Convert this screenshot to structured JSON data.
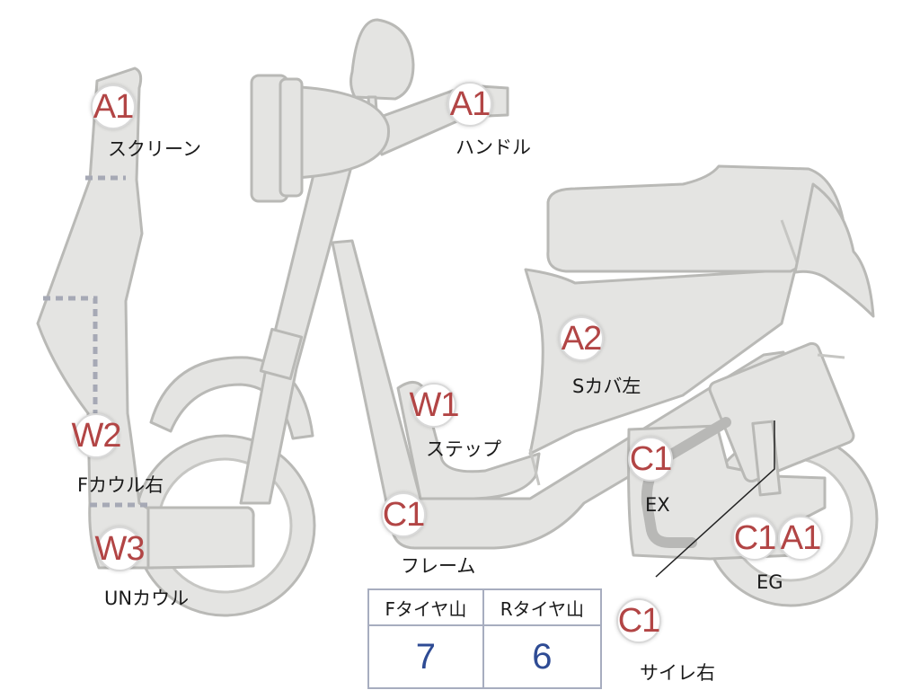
{
  "parts": [
    {
      "id": "screen",
      "rating": "A1",
      "label": "スクリーン"
    },
    {
      "id": "handle",
      "rating": "A1",
      "label": "ハンドル"
    },
    {
      "id": "side-cover-left",
      "rating": "A2",
      "label": "Sカバ左"
    },
    {
      "id": "step",
      "rating": "W1",
      "label": "ステップ"
    },
    {
      "id": "front-cowl-right",
      "rating": "W2",
      "label": "Fカウル右"
    },
    {
      "id": "under-cowl",
      "rating": "W3",
      "label": "UNカウル"
    },
    {
      "id": "frame",
      "rating": "C1",
      "label": "フレーム"
    },
    {
      "id": "exhaust",
      "rating": "C1",
      "label": "EX"
    },
    {
      "id": "engine",
      "rating": "C1",
      "rating2": "A1",
      "label": "EG"
    },
    {
      "id": "silencer-right",
      "rating": "C1",
      "label": "サイレ右"
    }
  ],
  "tread_depth": {
    "front_header": "Fタイヤ山",
    "rear_header": "Rタイヤ山",
    "front_value": "7",
    "rear_value": "6"
  },
  "colors": {
    "rating_text": "#b24545",
    "tread_value": "#2e4b94",
    "part_fill": "#e4e4e2",
    "part_outline": "#b9b9b6",
    "dashed_marking": "#a6a9b5"
  }
}
